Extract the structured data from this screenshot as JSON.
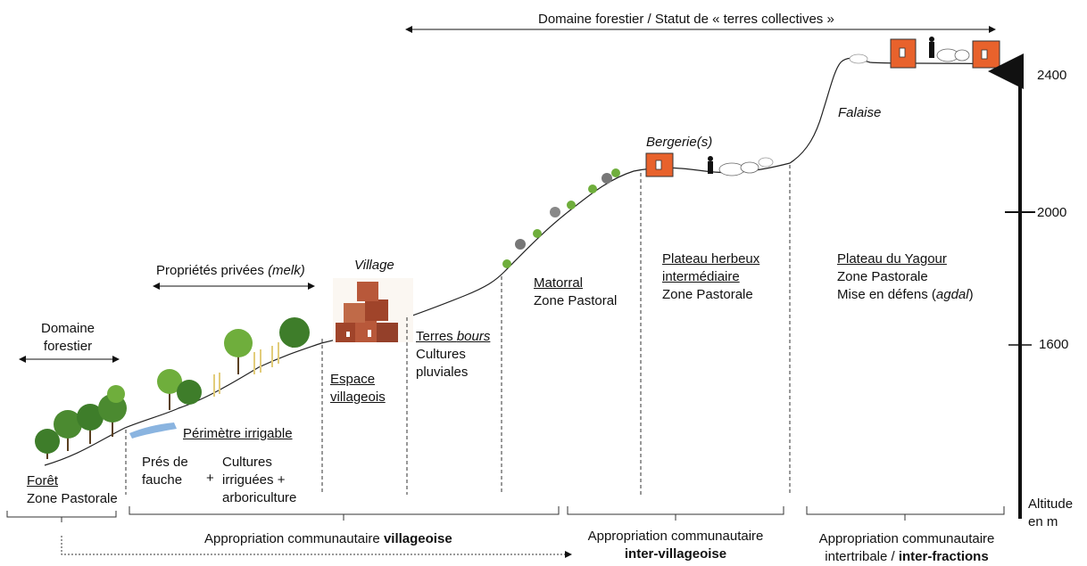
{
  "top_span": {
    "label": "Domaine forestier / Statut de « terres collectives »"
  },
  "left_span": {
    "line1": "Domaine",
    "line2": "forestier"
  },
  "private_span": {
    "label": "Propriétés privées",
    "term": "(melk)"
  },
  "village_label": "Village",
  "bergerie_label": "Bergerie(s)",
  "falaise_label": "Falaise",
  "zones": {
    "foret": {
      "title": "Forêt",
      "line2": "Zone Pastorale"
    },
    "perimetre": {
      "title": "Périmètre irrigable"
    },
    "pres": {
      "line1": "Prés de",
      "line2": "fauche"
    },
    "plus": "+",
    "cultures": {
      "line1": "Cultures",
      "line2": "irriguées +",
      "line3": "arboriculture"
    },
    "espace": {
      "line1": "Espace",
      "line2": "villageois"
    },
    "terres": {
      "title_prefix": "Terres ",
      "title_term": "bours",
      "line2": "Cultures",
      "line3": "pluviales"
    },
    "matorral": {
      "title": "Matorral",
      "line2": "Zone Pastoral"
    },
    "plateau_herbeux": {
      "title1": "Plateau herbeux",
      "title2": "intermédiaire",
      "line3": "Zone Pastorale"
    },
    "yagour": {
      "title": "Plateau du Yagour",
      "line2": "Zone Pastorale",
      "line3_prefix": "Mise en défens (",
      "line3_term": "agdal",
      "line3_suffix": ")"
    }
  },
  "altitude_axis": {
    "ticks": [
      "2400",
      "2000",
      "1600"
    ],
    "label_line1": "Altitude",
    "label_line2": "en m"
  },
  "appropriation": {
    "villageoise": {
      "prefix": "Appropriation communautaire ",
      "bold": "villageoise"
    },
    "inter_villageoise": {
      "line1": "Appropriation communautaire",
      "bold": "inter-villageoise"
    },
    "inter_fractions": {
      "line1": "Appropriation communautaire",
      "line2_prefix": "intertribale / ",
      "bold": "inter-fractions"
    }
  },
  "colors": {
    "terrain_line": "#222222",
    "tree_green": "#3e7d2a",
    "tree_light": "#6fae3c",
    "water": "#8ab4e0",
    "bergerie": "#e8622c",
    "village_brick": "#a0442a"
  }
}
